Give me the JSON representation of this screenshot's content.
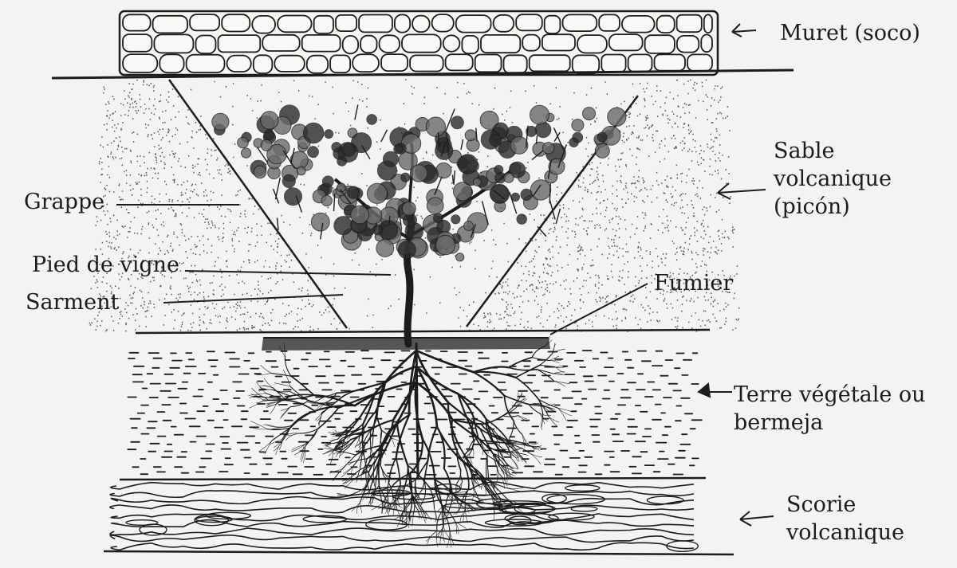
{
  "labels": {
    "muret": "Muret (soco)",
    "sable": [
      "Sable",
      "volcanique",
      "(picón)"
    ],
    "grappe": "Grappe",
    "pied": "Pied de vigne",
    "sarment": "Sarment",
    "fumier": "Fumier",
    "terre": [
      "Terre végétale ou",
      "bermeja"
    ],
    "scorie": [
      "Scorie",
      "volcanique"
    ]
  },
  "colors": {
    "paper": "#f3f3f1",
    "ink": "#1c1c1c"
  }
}
